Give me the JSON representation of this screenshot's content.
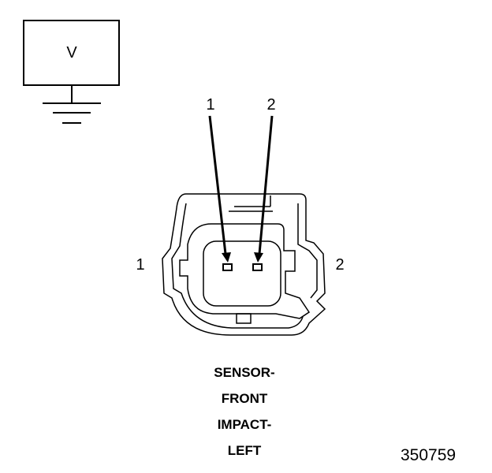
{
  "voltmeter": {
    "label": "V"
  },
  "probes": {
    "probe_1_label": "1",
    "probe_2_label": "2"
  },
  "connector": {
    "pin_1_label": "1",
    "pin_2_label": "2"
  },
  "caption": {
    "lines": [
      "SENSOR-",
      "FRONT",
      "IMPACT-",
      "LEFT"
    ]
  },
  "figure_id": "350759"
}
